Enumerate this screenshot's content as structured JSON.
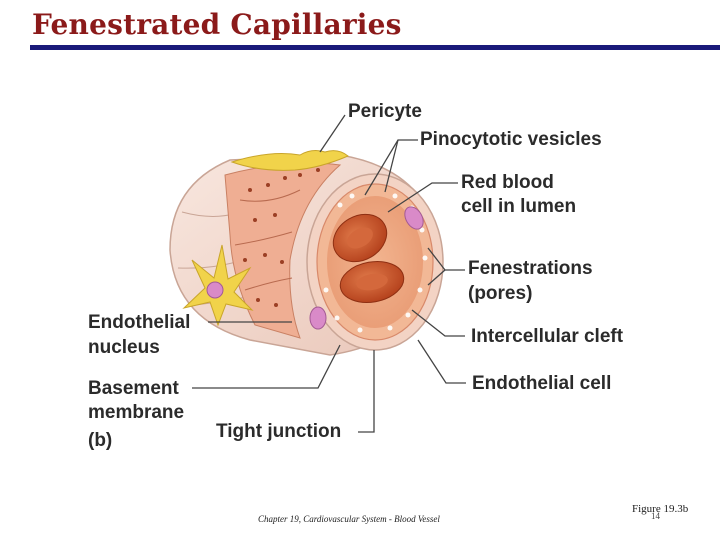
{
  "slide": {
    "title": "Fenestrated Capillaries"
  },
  "labels": {
    "pericyte": "Pericyte",
    "pinocytotic": "Pinocytotic vesicles",
    "rbc_line1": "Red blood",
    "rbc_line2": "cell in lumen",
    "fenestrations_line1": "Fenestrations",
    "fenestrations_line2": "(pores)",
    "intercellular_cleft": "Intercellular cleft",
    "endothelial_cell": "Endothelial cell",
    "endothelial_nucleus_line1": "Endothelial",
    "endothelial_nucleus_line2": "nucleus",
    "basement_line1": "Basement",
    "basement_line2": "membrane",
    "panel": "(b)",
    "tight_junction": "Tight junction"
  },
  "footer": {
    "chapter": "Chapter 19, Cardiovascular System - Blood Vessel",
    "figure": "Figure 19.3b",
    "slide_number": "14"
  },
  "colors": {
    "title": "#8b1a1a",
    "title_rule": "#1a1a7a",
    "label_text": "#2b2b2b",
    "outer_wall": "#f3d9cf",
    "inner_wall": "#f0a98a",
    "lumen": "#f6c7ae",
    "rbc": "#c9532b",
    "pericyte": "#f1d34a",
    "nucleus": "#d98ac8"
  }
}
